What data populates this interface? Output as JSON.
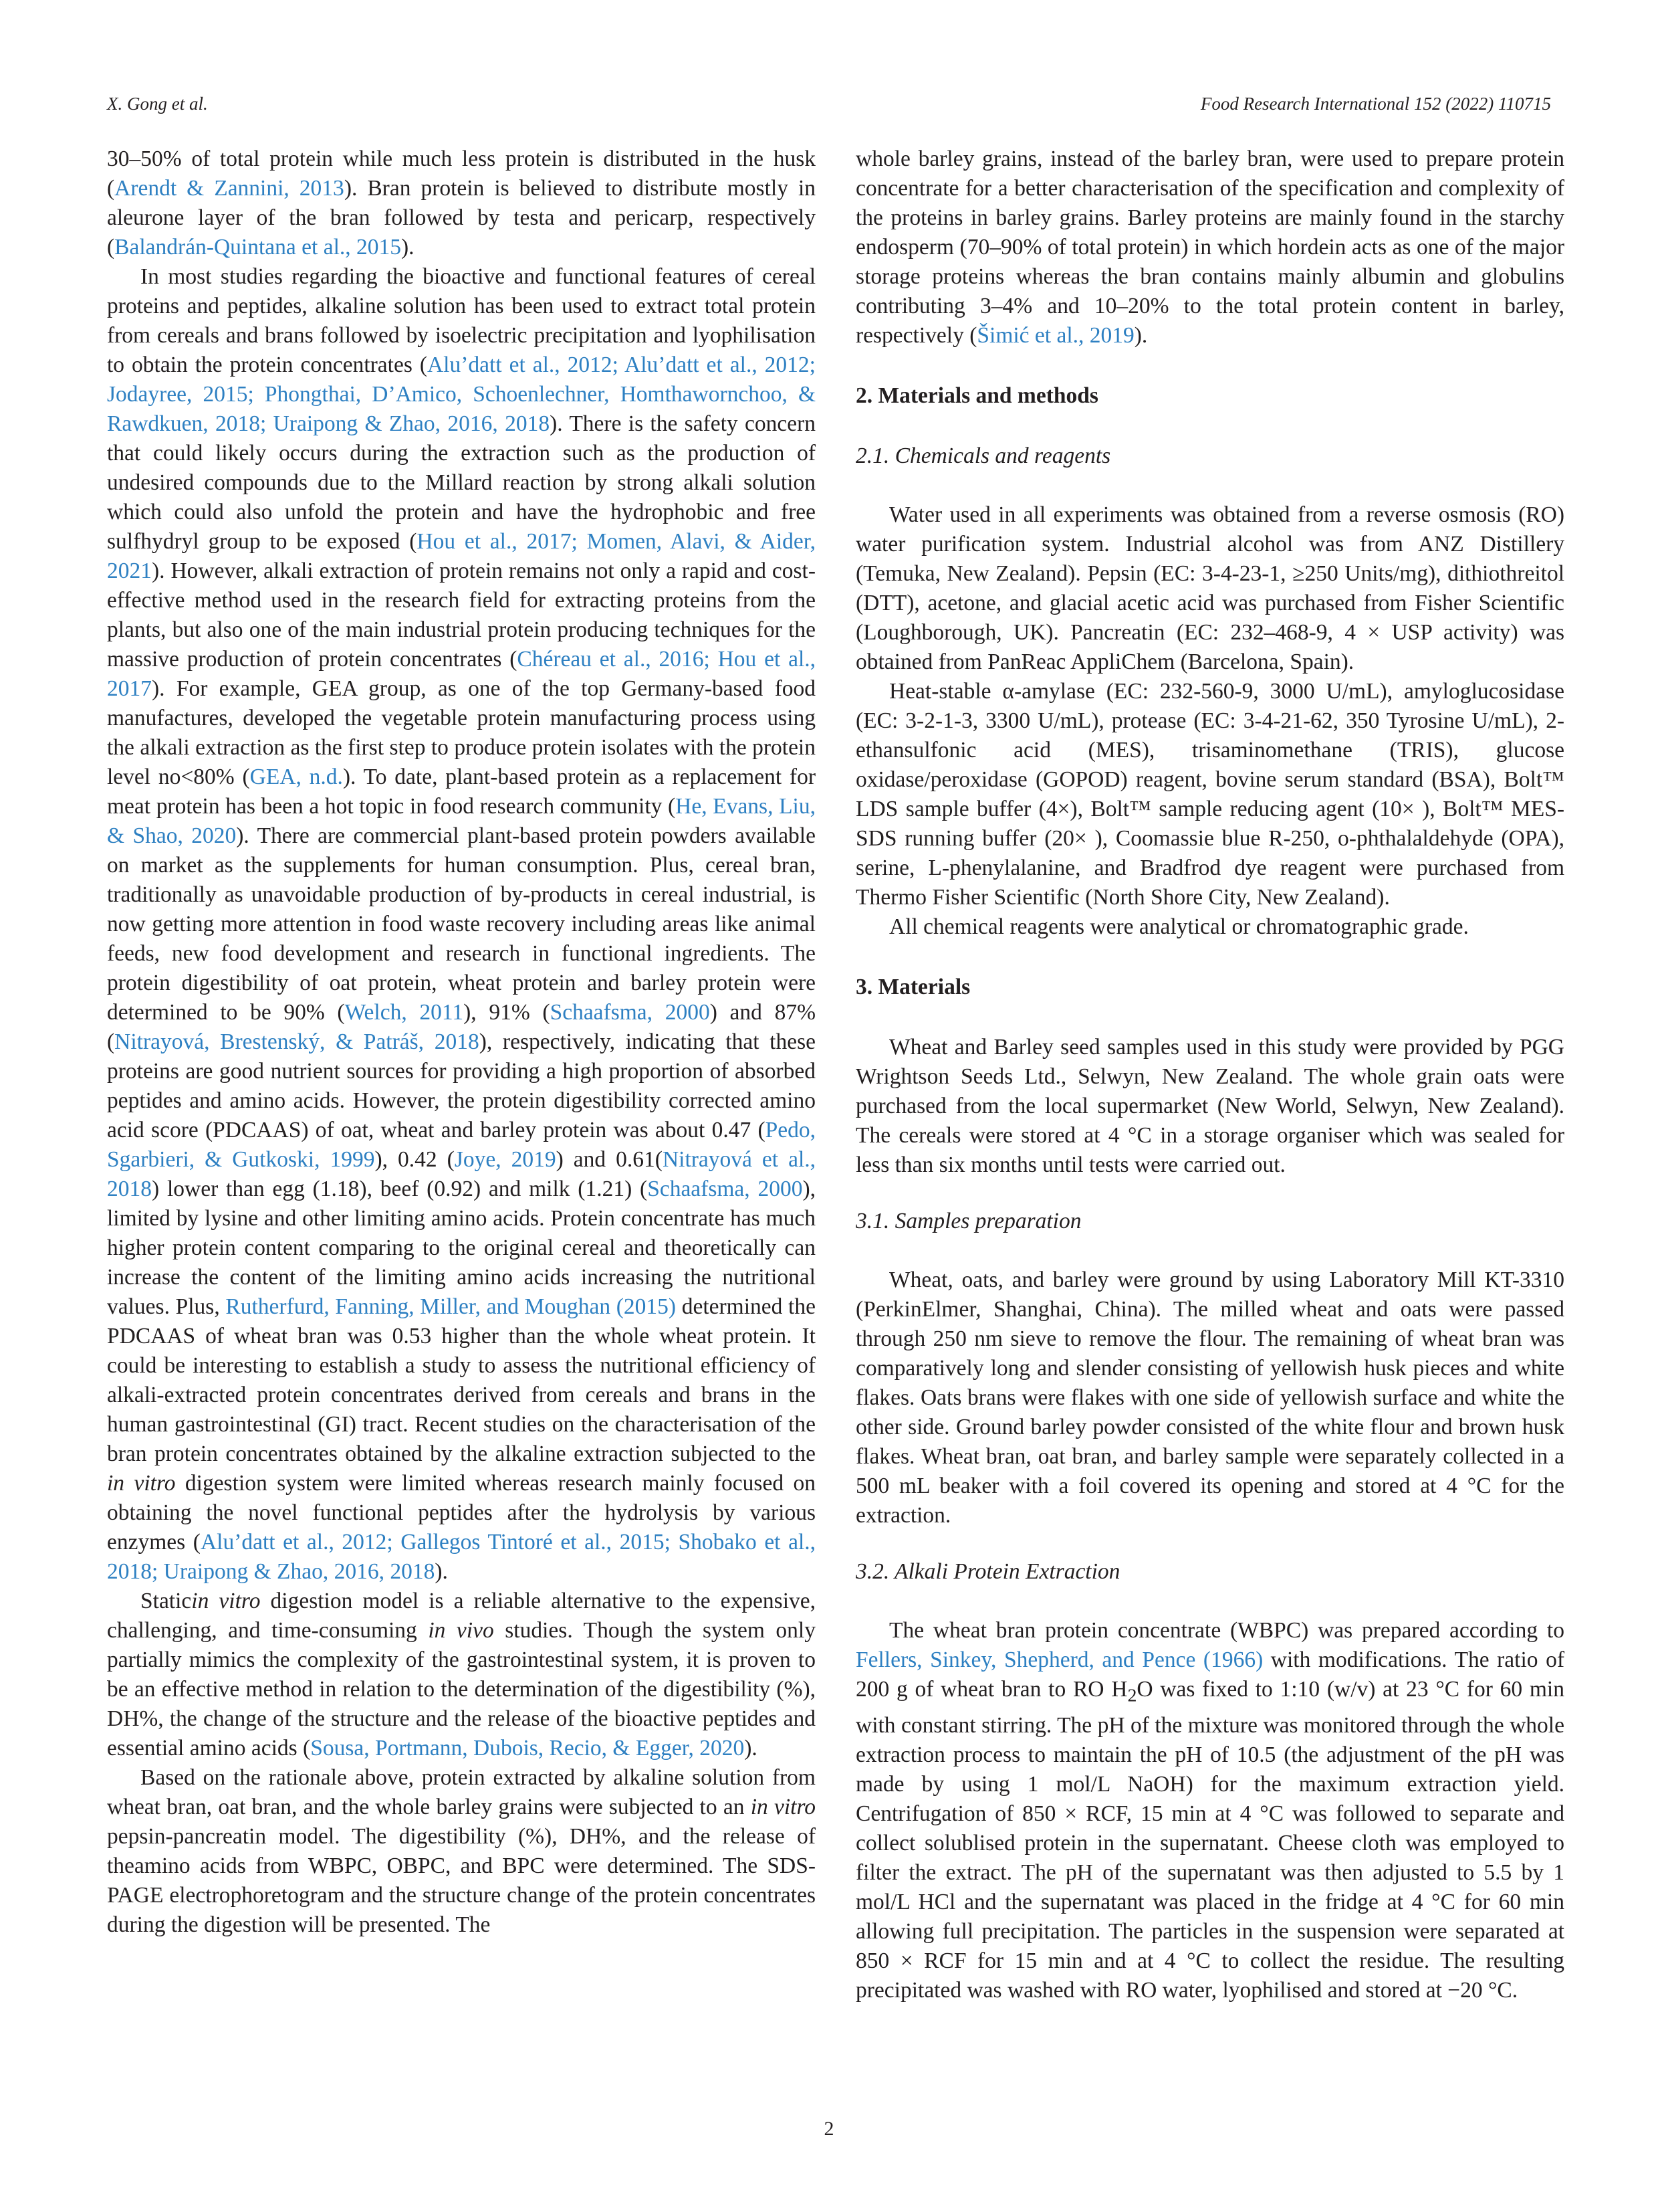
{
  "header": {
    "authors": "X. Gong et al.",
    "journal": "Food Research International 152 (2022) 110715"
  },
  "page_number": "2",
  "left_col": {
    "p1": [
      "30–50% of total protein while much less protein is distributed in the husk (",
      "Arendt & Zannini, 2013",
      "). Bran protein is believed to distribute mostly in aleurone layer of the bran followed by testa and pericarp, respectively (",
      "Balandrán-Quintana et al., 2015",
      ")."
    ],
    "p2": [
      "In most studies regarding the bioactive and functional features of cereal proteins and peptides, alkaline solution has been used to extract total protein from cereals and brans followed by isoelectric precipitation and lyophilisation to obtain the protein concentrates (",
      "Alu’datt et al., 2012; Alu’datt et al., 2012; Jodayree, 2015; Phongthai, D’Amico, Schoenlechner, Homthawornchoo, & Rawdkuen, 2018; Uraipong & Zhao, 2016, 2018",
      "). There is the safety concern that could likely occurs during the extraction such as the production of undesired compounds due to the Millard reaction by strong alkali solution which could also unfold the protein and have the hydrophobic and free sulfhydryl group to be exposed (",
      "Hou et al., 2017; Momen, Alavi, & Aider, 2021",
      "). However, alkali extraction of protein remains not only a rapid and cost-effective method used in the research field for extracting proteins from the plants, but also one of the main industrial protein producing techniques for the massive production of protein concentrates (",
      "Chéreau et al., 2016; Hou et al., 2017",
      "). For example, GEA group, as one of the top Germany-based food manufactures, developed the vegetable protein manufacturing process using the alkali extraction as the first step to produce protein isolates with the protein level no<80% (",
      "GEA, n.d.",
      "). To date, plant-based protein as a replacement for meat protein has been a hot topic in food research community (",
      "He, Evans, Liu, & Shao, 2020",
      "). There are commercial plant-based protein powders available on market as the supplements for human consumption. Plus, cereal bran, traditionally as unavoidable production of by-products in cereal industrial, is now getting more attention in food waste recovery including areas like animal feeds, new food development and research in functional ingredients. The protein digestibility of oat protein, wheat protein and barley protein were determined to be 90% (",
      "Welch, 2011",
      "), 91% (",
      "Schaafsma, 2000",
      ") and 87% (",
      "Nitrayová, Brestenský, & Patráš, 2018",
      "), respectively, indicating that these proteins are good nutrient sources for providing a high proportion of absorbed peptides and amino acids. However, the protein digestibility corrected amino acid score (PDCAAS) of oat, wheat and barley protein was about 0.47 (",
      "Pedo, Sgarbieri, & Gutkoski, 1999",
      "), 0.42 (",
      "Joye, 2019",
      ") and 0.61(",
      "Nitrayová et al., 2018",
      ") lower than egg (1.18), beef (0.92) and milk (1.21) (",
      "Schaafsma, 2000",
      "), limited by lysine and other limiting amino acids. Protein concentrate has much higher protein content comparing to the original cereal and theoretically can increase the content of the limiting amino acids increasing the nutritional values. Plus, ",
      "Rutherfurd, Fanning, Miller, and Moughan (2015)",
      " determined the PDCAAS of wheat bran was 0.53 higher than the whole wheat protein. It could be interesting to establish a study to assess the nutritional efficiency of alkali-extracted protein concentrates derived from cereals and brans in the human gastrointestinal (GI) tract. Recent studies on the characterisation of the bran protein concentrates obtained by the alkaline extraction subjected to the ",
      "in vitro",
      " digestion system were limited whereas research mainly focused on obtaining the novel functional peptides after the hydrolysis by various enzymes (",
      "Alu’datt et al., 2012; Gallegos Tintoré et al., 2015; Shobako et al., 2018; Uraipong & Zhao, 2016, 2018",
      ")."
    ],
    "p3": [
      "Static",
      "in vitro",
      " digestion model is a reliable alternative to the expensive, challenging, and time-consuming ",
      "in vivo",
      " studies. Though the system only partially mimics the complexity of the gastrointestinal system, it is proven to be an effective method in relation to the determination of the digestibility (%), DH%, the change of the structure and the release of the bioactive peptides and essential amino acids (",
      "Sousa, Portmann, Dubois, Recio, & Egger, 2020",
      ")."
    ],
    "p4": [
      "Based on the rationale above, protein extracted by alkaline solution from wheat bran, oat bran, and the whole barley grains were subjected to an ",
      "in vitro",
      " pepsin-pancreatin model. The digestibility (%), DH%, and the release of theamino acids from WBPC, OBPC, and BPC were determined. The SDS-PAGE electrophoretogram and the structure change of the protein concentrates during the digestion will be presented. The"
    ]
  },
  "right_col": {
    "p1": [
      "whole barley grains, instead of the barley bran, were used to prepare protein concentrate for a better characterisation of the specification and complexity of the proteins in barley grains. Barley proteins are mainly found in the starchy endosperm (70–90% of total protein) in which hordein acts as one of the major storage proteins whereas the bran contains mainly albumin and globulins contributing 3–4% and 10–20% to the total protein content in barley, respectively (",
      "Šimić et al., 2019",
      ")."
    ],
    "h_materials_methods": "2.  Materials and methods",
    "h_chemicals": "2.1.  Chemicals and reagents",
    "p_chem1": "Water used in all experiments was obtained from a reverse osmosis (RO) water purification system. Industrial alcohol was from ANZ Distillery (Temuka, New Zealand). Pepsin (EC: 3-4-23-1, ≥250 Units/mg), dithiothreitol (DTT), acetone, and glacial acetic acid was purchased from Fisher Scientific (Loughborough, UK). Pancreatin (EC: 232–468-9, 4 × USP activity) was obtained from PanReac AppliChem (Barcelona, Spain).",
    "p_chem2": "Heat-stable α-amylase (EC: 232-560-9, 3000 U/mL), amyloglucosidase (EC: 3-2-1-3, 3300 U/mL), protease (EC: 3-4-21-62, 350 Tyrosine U/mL), 2-ethansulfonic acid (MES), trisaminomethane (TRIS), glucose oxidase/peroxidase (GOPOD) reagent, bovine serum standard (BSA), Bolt™ LDS sample buffer (4×), Bolt™ sample reducing agent (10× ), Bolt™ MES-SDS running buffer (20× ), Coomassie blue R-250, o-phthalaldehyde (OPA), serine, L-phenylalanine, and Bradfrod dye reagent were purchased from Thermo Fisher Scientific (North Shore City, New Zealand).",
    "p_chem3": "All chemical reagents were analytical or chromatographic grade.",
    "h_materials": "3.  Materials",
    "p_mat": "Wheat and Barley seed samples used in this study were provided by PGG Wrightson Seeds Ltd., Selwyn, New Zealand. The whole grain oats were purchased from the local supermarket (New World, Selwyn, New Zealand). The cereals were stored at 4 °C in a storage organiser which was sealed for less than six months until tests were carried out.",
    "h_samples": "3.1.  Samples preparation",
    "p_samples": "Wheat, oats, and barley were ground by using Laboratory Mill KT-3310 (PerkinElmer, Shanghai, China). The milled wheat and oats were passed through 250 nm sieve to remove the flour. The remaining of wheat bran was comparatively long and slender consisting of yellowish husk pieces and white flakes. Oats brans were flakes with one side of yellowish surface and white the other side. Ground barley powder consisted of the white flour and brown husk flakes. Wheat bran, oat bran, and barley sample were separately collected in a 500 mL beaker with a foil covered its opening and stored at 4 °C for the extraction.",
    "h_alkali": "3.2.  Alkali Protein Extraction",
    "p_alkali": [
      "The wheat bran protein concentrate (WBPC) was prepared according to ",
      "Fellers, Sinkey, Shepherd, and Pence (1966)",
      " with modifications. The ratio of 200 g of wheat bran to RO H",
      "2",
      "O was fixed to 1:10 (w/v) at 23 °C for 60 min with constant stirring. The pH of the mixture was monitored through the whole extraction process to maintain the pH of 10.5 (the adjustment of the pH was made by using 1 mol/L NaOH) for the maximum extraction yield. Centrifugation of 850 × RCF, 15 min at 4 °C was followed to separate and collect solublised protein in the supernatant. Cheese cloth was employed to filter the extract. The pH of the supernatant was then adjusted to 5.5 by 1 mol/L HCl and the supernatant was placed in the fridge at 4 °C for 60 min allowing full precipitation. The particles in the suspension were separated at 850 × RCF for 15 min and at 4 °C to collect the residue. The resulting precipitated was washed with RO water, lyophilised and stored at −20 °C."
    ]
  }
}
